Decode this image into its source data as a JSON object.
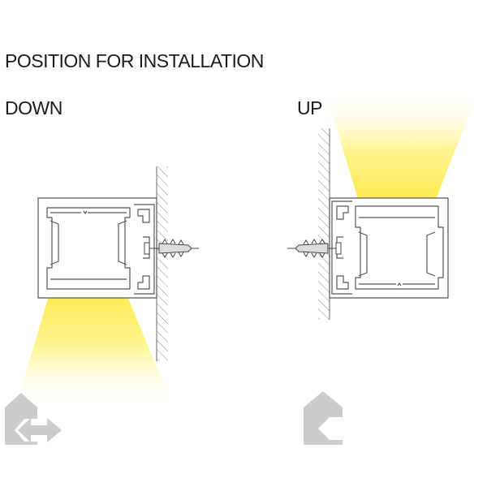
{
  "title": "POSITION FOR INSTALLATION",
  "down": {
    "label": "DOWN"
  },
  "up": {
    "label": "UP"
  },
  "colors": {
    "light": "#ffe94d",
    "profile_stroke": "#555555",
    "house_icon": "#cccccc"
  }
}
